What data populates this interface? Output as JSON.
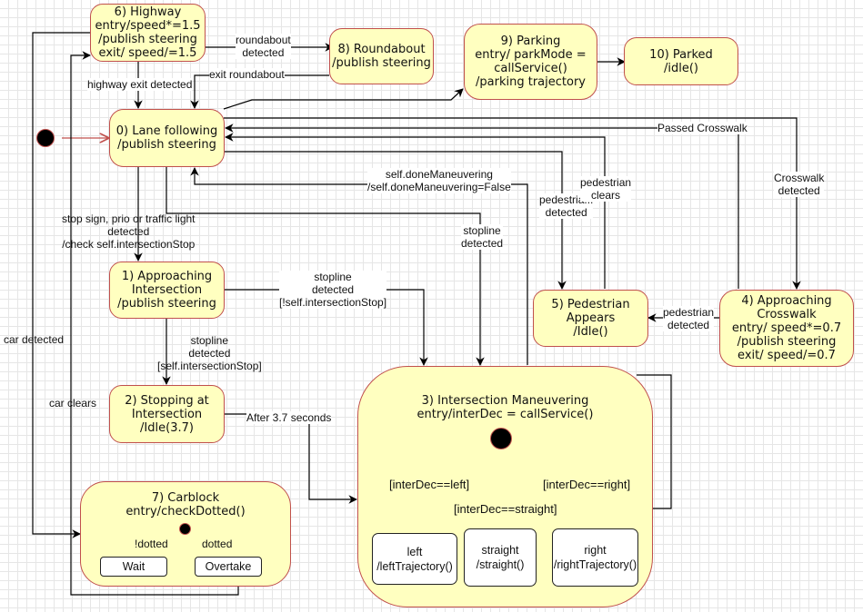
{
  "diagram": {
    "type": "state-machine",
    "states": {
      "s0": {
        "lines": [
          "0) Lane following",
          "/publish steering"
        ]
      },
      "s1": {
        "lines": [
          "1) Approaching",
          "Intersection",
          "/publish steering"
        ]
      },
      "s2": {
        "lines": [
          "2) Stopping at",
          "Intersection",
          "/Idle(3.7)"
        ]
      },
      "s3": {
        "lines": [
          "3) Intersection Maneuvering",
          "entry/interDec = callService()"
        ]
      },
      "s4": {
        "lines": [
          "4) Approaching",
          "Crosswalk",
          "entry/ speed*=0.7",
          "/publish steering",
          "exit/ speed/=0.7"
        ]
      },
      "s5": {
        "lines": [
          "5) Pedestrian",
          "Appears",
          "/Idle()"
        ]
      },
      "s6": {
        "lines": [
          "6) Highway",
          "entry/speed*=1.5",
          "/publish steering",
          "exit/ speed/=1.5"
        ]
      },
      "s7": {
        "lines": [
          "7) Carblock",
          "entry/checkDotted()"
        ]
      },
      "s8": {
        "lines": [
          "8) Roundabout",
          "/publish steering"
        ]
      },
      "s9": {
        "lines": [
          "9) Parking",
          "entry/ parkMode =",
          "callService()",
          "/parking trajectory"
        ]
      },
      "s10": {
        "lines": [
          "10) Parked",
          "/idle()"
        ]
      }
    },
    "substates": {
      "wait": {
        "lines": [
          "Wait"
        ]
      },
      "overtake": {
        "lines": [
          "Overtake"
        ]
      },
      "left": {
        "lines": [
          "left",
          "/leftTrajectory()"
        ]
      },
      "straight": {
        "lines": [
          "straight",
          "/straight()"
        ]
      },
      "right": {
        "lines": [
          "right",
          "/rightTrajectory()"
        ]
      }
    },
    "transitions": {
      "roundabout_detected": [
        "roundabout",
        "detected"
      ],
      "exit_roundabout": [
        "exit roundabout"
      ],
      "highway_exit": [
        "highway exit detected"
      ],
      "passed_crosswalk": [
        "Passed Crosswalk"
      ],
      "crosswalk_detected": [
        "Crosswalk",
        "detected"
      ],
      "done_maneuvering": [
        "self.doneManeuvering",
        "/self.doneManeuvering=False"
      ],
      "pedestrian_detected_top": [
        "pedestria...",
        "detected"
      ],
      "pedestrian_clears": [
        "pedestrian",
        "clears"
      ],
      "stopline_detected_top": [
        "stopline",
        "detected"
      ],
      "stop_sign": [
        "stop sign, prio or traffic light",
        "detected",
        "/check self.intersectionStop"
      ],
      "stopline_not_stop": [
        "stopline",
        "detected",
        "[!self.intersectionStop]"
      ],
      "stopline_stop": [
        "stopline",
        "detected",
        "[self.intersectionStop]"
      ],
      "pedestrian_detected_right": [
        "pedestrian",
        "detected"
      ],
      "car_detected": [
        "car detected"
      ],
      "car_clears": [
        "car clears"
      ],
      "after_seconds": [
        "After 3.7 seconds"
      ],
      "not_dotted": [
        "!dotted"
      ],
      "dotted": [
        "dotted"
      ],
      "inter_left": [
        "[interDec==left]"
      ],
      "inter_straight": [
        "[interDec==straight]"
      ],
      "inter_right": [
        "[interDec==right]"
      ]
    },
    "colors": {
      "state_fill": "#ffffc0",
      "state_border": "#c0504d",
      "line": "#000000",
      "initial_arrow": "#c0504d"
    }
  }
}
